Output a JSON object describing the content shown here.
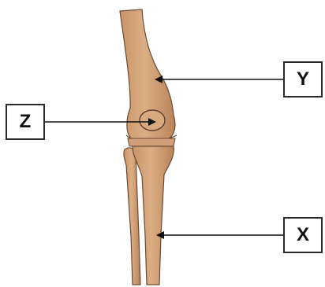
{
  "labels": {
    "y": "Y",
    "z": "Z",
    "x": "X"
  },
  "colors": {
    "bone_fill": "#d6a57a",
    "bone_shade": "#b9835a",
    "outline": "#6b4a35",
    "arrow": "#111111"
  }
}
